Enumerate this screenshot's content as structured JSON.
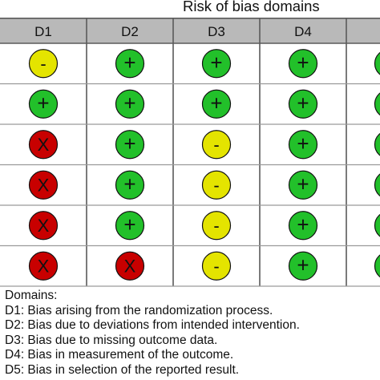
{
  "title": "Risk of bias domains",
  "chart_data": {
    "type": "table",
    "columns": [
      "D1",
      "D2",
      "D3",
      "D4",
      ""
    ],
    "rows": [
      [
        "-",
        "+",
        "+",
        "+",
        "+"
      ],
      [
        "+",
        "+",
        "+",
        "+",
        "+"
      ],
      [
        "X",
        "+",
        "-",
        "+",
        "+"
      ],
      [
        "X",
        "+",
        "-",
        "+",
        "+"
      ],
      [
        "X",
        "+",
        "-",
        "+",
        "+"
      ],
      [
        "X",
        "X",
        "-",
        "+",
        "+"
      ]
    ],
    "judgement_colors": {
      "+": "#22c02a",
      "-": "#e4e400",
      "X": "#c80000"
    }
  },
  "legend": {
    "heading": "Domains:",
    "items": [
      "D1: Bias arising from the randomization process.",
      "D2: Bias due to deviations from intended intervention.",
      "D3: Bias due to missing outcome data.",
      "D4: Bias in measurement of the outcome.",
      "D5: Bias in selection of the reported result."
    ]
  },
  "colors": {
    "header_bg": "#b9b9b9",
    "grid_line": "#5a5a5a",
    "row_line": "#9a9a9a"
  }
}
